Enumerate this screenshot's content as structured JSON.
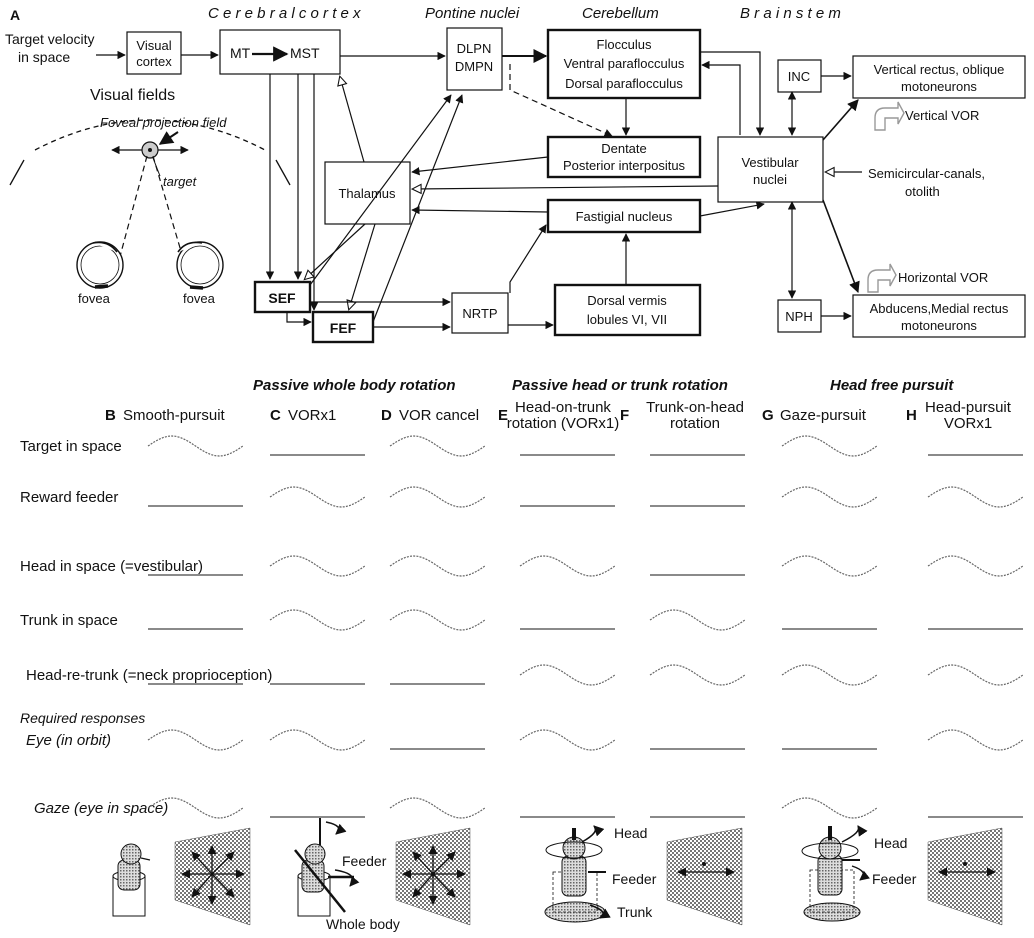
{
  "panel_a": {
    "label": "A",
    "headers": {
      "cortex": "C e r e b r a l   c o r t e x",
      "pontine": "Pontine nuclei",
      "cerebellum": "Cerebellum",
      "brainstem": "B r a i n s t e m"
    },
    "input": [
      "Target velocity",
      "in space"
    ],
    "boxes": {
      "visual_cortex": [
        "Visual",
        "cortex"
      ],
      "mt": "MT",
      "mst": "MST",
      "dlpn_dmpn": [
        "DLPN",
        "DMPN"
      ],
      "flocculus": [
        "Flocculus",
        "Ventral paraflocculus",
        "Dorsal paraflocculus"
      ],
      "dentate": [
        "Dentate",
        "Posterior interpositus"
      ],
      "fastigial": "Fastigial nucleus",
      "dorsal_vermis": [
        "Dorsal vermis",
        "lobules VI, VII"
      ],
      "thalamus": "Thalamus",
      "sef": "SEF",
      "fef": "FEF",
      "nrtp": "NRTP",
      "vestibular": [
        "Vestibular",
        "nuclei"
      ],
      "inc": "INC",
      "nph": "NPH",
      "vertical_motoneurons": [
        "Vertical rectus, oblique",
        "motoneurons"
      ],
      "abducens": [
        "Abducens,Medial rectus",
        "motoneurons"
      ]
    },
    "labels": {
      "vertical_vor": "Vertical VOR",
      "horizontal_vor": "Horizontal  VOR",
      "semicircular": [
        "Semicircular-canals,",
        "otolith"
      ],
      "visual_fields": "Visual fields",
      "foveal_field": "Foveal projection field",
      "target": "target",
      "fovea_left": "fovea",
      "fovea_right": "fovea"
    }
  },
  "conditions": {
    "group_headers": [
      "Passive whole body rotation",
      "Passive head or trunk rotation",
      "Head free pursuit"
    ],
    "columns": [
      {
        "letter": "B",
        "title": [
          "Smooth-pursuit"
        ]
      },
      {
        "letter": "C",
        "title": [
          "VORx1"
        ]
      },
      {
        "letter": "D",
        "title": [
          "VOR cancel"
        ]
      },
      {
        "letter": "E",
        "title": [
          "Head-on-trunk",
          "rotation (VORx1)"
        ]
      },
      {
        "letter": "F",
        "title": [
          "Trunk-on-head",
          "rotation"
        ]
      },
      {
        "letter": "G",
        "title": [
          "Gaze-pursuit"
        ]
      },
      {
        "letter": "H",
        "title": [
          "Head-pursuit",
          "VORx1"
        ]
      }
    ],
    "rows": [
      "Target in space",
      "Reward feeder",
      "Head in space (=vestibular)",
      "Trunk in space",
      "Head-re-trunk (=neck proprioception)",
      "Eye (in orbit)",
      "Gaze (eye in space)"
    ],
    "required_responses_label": "Required responses",
    "signal_matrix": [
      [
        "sine",
        "flat",
        "sine",
        "flat",
        "flat",
        "sine",
        "flat"
      ],
      [
        "flat",
        "sine",
        "sine",
        "flat",
        "flat",
        "sine",
        "sine"
      ],
      [
        "flat",
        "sine",
        "sine",
        "sine",
        "flat",
        "sine",
        "sine"
      ],
      [
        "flat",
        "sine",
        "sine",
        "flat",
        "sine",
        "flat",
        "flat"
      ],
      [
        "flat",
        "flat",
        "flat",
        "sine",
        "sine",
        "sine",
        "sine"
      ],
      [
        "sine",
        "sine",
        "flat",
        "sine",
        "flat",
        "flat",
        "sine"
      ],
      [
        "sine",
        "flat",
        "sine",
        "flat",
        "flat",
        "sine",
        "flat"
      ]
    ]
  },
  "illustrations": {
    "feeder_c": "Feeder",
    "whole_body": "Whole body",
    "head_e": "Head",
    "feeder_e": "Feeder",
    "trunk_e": "Trunk",
    "head_g": "Head",
    "feeder_g": "Feeder"
  }
}
